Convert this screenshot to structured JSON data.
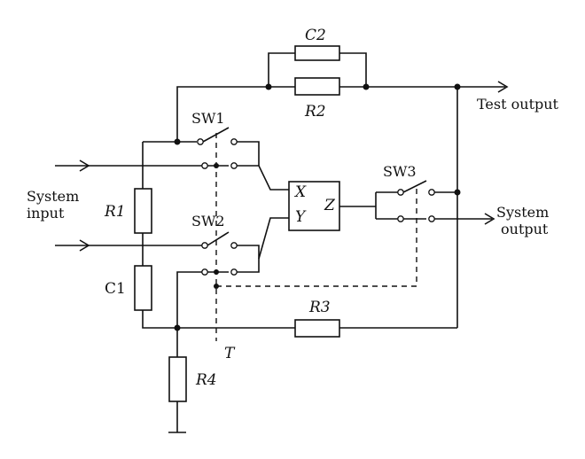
{
  "labels": {
    "c2": "C2",
    "r2": "R2",
    "test_output": "Test output",
    "sw1": "SW1",
    "sw2": "SW2",
    "sw3": "SW3",
    "system_input_line1": "System",
    "system_input_line2": "input",
    "system_output_line1": "System",
    "system_output_line2": "output",
    "r1": "R1",
    "c1": "C1",
    "x": "X",
    "y": "Y",
    "z": "Z",
    "r3": "R3",
    "t": "T",
    "r4": "R4"
  }
}
